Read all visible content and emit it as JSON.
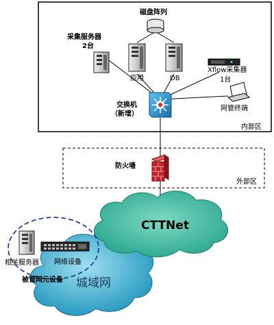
{
  "internal_zone": {
    "label": "内部区"
  },
  "external_zone": {
    "label": "外部区"
  },
  "devices": {
    "disk_array": "磁盘阵列",
    "collection_servers": [
      "采集服务器",
      "2台"
    ],
    "app_server": "应用",
    "db_server": "DB",
    "xflow_collector": [
      "Xflow采集器",
      "1台"
    ],
    "switch": [
      "交换机",
      "（新增）"
    ],
    "nms_terminal": "网管终端",
    "firewall": "防火墙",
    "related_servers": "相关服务器",
    "network_device": "网络设备",
    "managed_elements": "被管网元设备"
  },
  "clouds": {
    "cttnet": "CTTNet",
    "metro": "城域网"
  },
  "colors": {
    "cloud_fill": "#3cb5a0",
    "metro_fill": "#2fa8c8",
    "switch_fill": "#1f8fcf",
    "firewall_brick": "#c8202a",
    "ellipse_stroke": "#2a3f9a"
  }
}
